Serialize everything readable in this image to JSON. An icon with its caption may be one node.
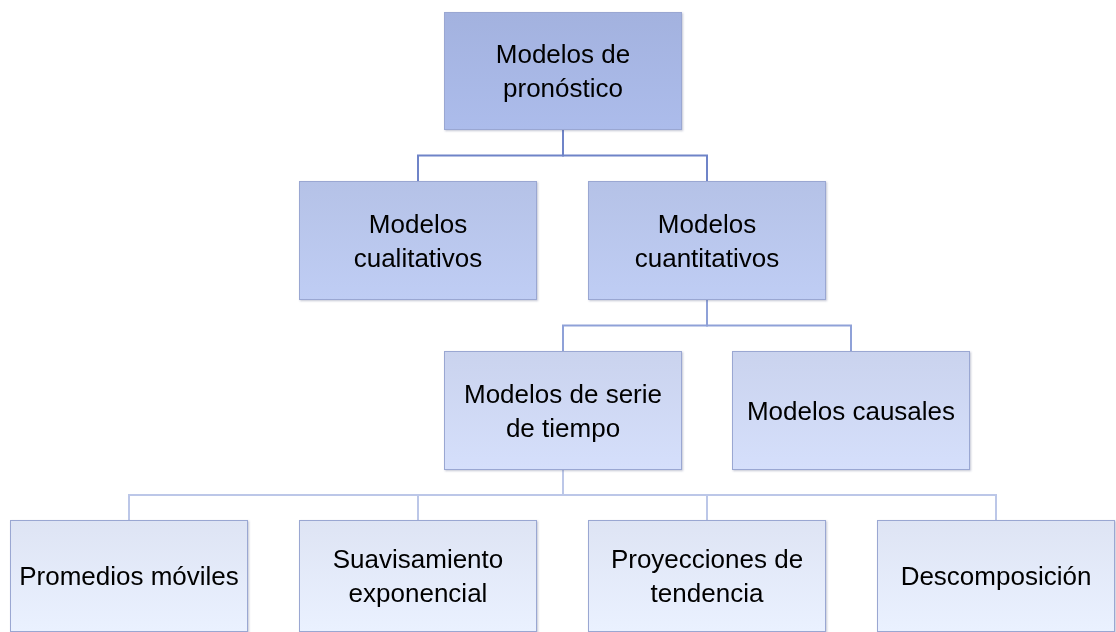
{
  "diagram": {
    "nodes": [
      {
        "text": [
          "Modelos de pronóstico"
        ]
      },
      {
        "text": [
          "Modelos cualitativos"
        ]
      },
      {
        "text": [
          "Modelos cuantitativos"
        ]
      },
      {
        "text": [
          "Modelos de serie de tiempo"
        ]
      },
      {
        "text": [
          "Modelos causales"
        ]
      },
      {
        "text": [
          "Promedios móviles"
        ]
      },
      {
        "text": [
          "Suavisamiento exponencial"
        ]
      },
      {
        "text": [
          "Proyecciones de tendencia"
        ]
      },
      {
        "text": [
          "Descomposición"
        ]
      }
    ],
    "edges": [
      {
        "from": 0,
        "to": 1,
        "arrow": "none",
        "color": "#6f84c8"
      },
      {
        "from": 0,
        "to": 2,
        "arrow": "none",
        "color": "#6f84c8"
      },
      {
        "from": 2,
        "to": 3,
        "arrow": "none",
        "color": "#8fa1d8"
      },
      {
        "from": 2,
        "to": 4,
        "arrow": "none",
        "color": "#8fa1d8"
      },
      {
        "from": 3,
        "to": 5,
        "arrow": "none"
      },
      {
        "from": 3,
        "to": 6,
        "arrow": "none"
      },
      {
        "from": 3,
        "to": 7,
        "arrow": "none"
      },
      {
        "from": 3,
        "to": 8,
        "arrow": "none"
      }
    ]
  }
}
